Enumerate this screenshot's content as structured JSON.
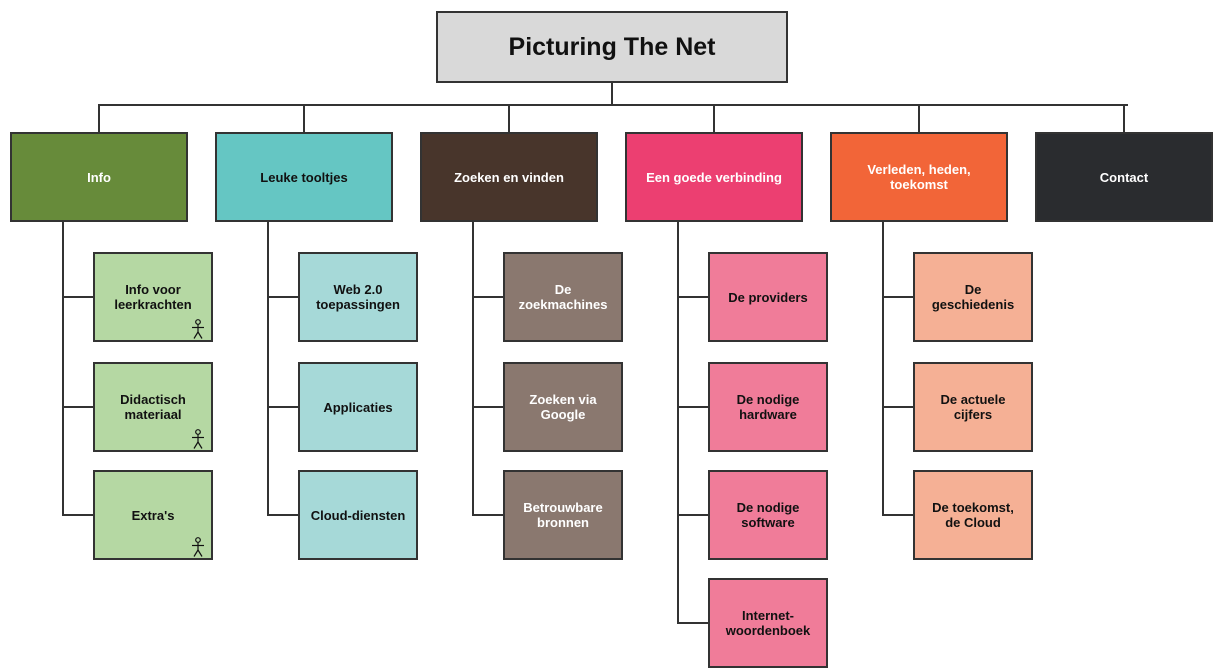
{
  "title": "Picturing The Net",
  "categories": [
    {
      "label": "Info",
      "color": "#678b3a",
      "text_color": "#ffffff",
      "child_color": "#b5d8a3",
      "child_text_color": "#111111",
      "children": [
        {
          "label": "Info voor\nleerkrachten",
          "actor_icon": true
        },
        {
          "label": "Didactisch\nmateriaal",
          "actor_icon": true
        },
        {
          "label": "Extra's",
          "actor_icon": true
        }
      ]
    },
    {
      "label": "Leuke tooltjes",
      "color": "#65c6c3",
      "text_color": "#111111",
      "child_color": "#a6d9d8",
      "child_text_color": "#111111",
      "children": [
        {
          "label": "Web 2.0\ntoepassingen",
          "actor_icon": false
        },
        {
          "label": "Applicaties",
          "actor_icon": false
        },
        {
          "label": "Cloud-diensten",
          "actor_icon": false
        }
      ]
    },
    {
      "label": "Zoeken en vinden",
      "color": "#48352b",
      "text_color": "#ffffff",
      "child_color": "#8a786f",
      "child_text_color": "#ffffff",
      "children": [
        {
          "label": "De\nzoekmachines",
          "actor_icon": false
        },
        {
          "label": "Zoeken via\nGoogle",
          "actor_icon": false
        },
        {
          "label": "Betrouwbare\nbronnen",
          "actor_icon": false
        }
      ]
    },
    {
      "label": "Een goede verbinding",
      "color": "#ec3f71",
      "text_color": "#ffffff",
      "child_color": "#f07c99",
      "child_text_color": "#111111",
      "children": [
        {
          "label": "De providers",
          "actor_icon": false
        },
        {
          "label": "De nodige\nhardware",
          "actor_icon": false
        },
        {
          "label": "De nodige\nsoftware",
          "actor_icon": false
        },
        {
          "label": "Internet-\nwoordenboek",
          "actor_icon": false
        }
      ]
    },
    {
      "label": "Verleden, heden,\ntoekomst",
      "color": "#f26538",
      "text_color": "#ffffff",
      "child_color": "#f5b095",
      "child_text_color": "#111111",
      "children": [
        {
          "label": "De\ngeschiedenis",
          "actor_icon": false
        },
        {
          "label": "De actuele\ncijfers",
          "actor_icon": false
        },
        {
          "label": "De toekomst,\nde Cloud",
          "actor_icon": false
        }
      ]
    },
    {
      "label": "Contact",
      "color": "#2a2c2f",
      "text_color": "#ffffff",
      "child_color": "#cccccc",
      "child_text_color": "#111111",
      "children": []
    }
  ]
}
